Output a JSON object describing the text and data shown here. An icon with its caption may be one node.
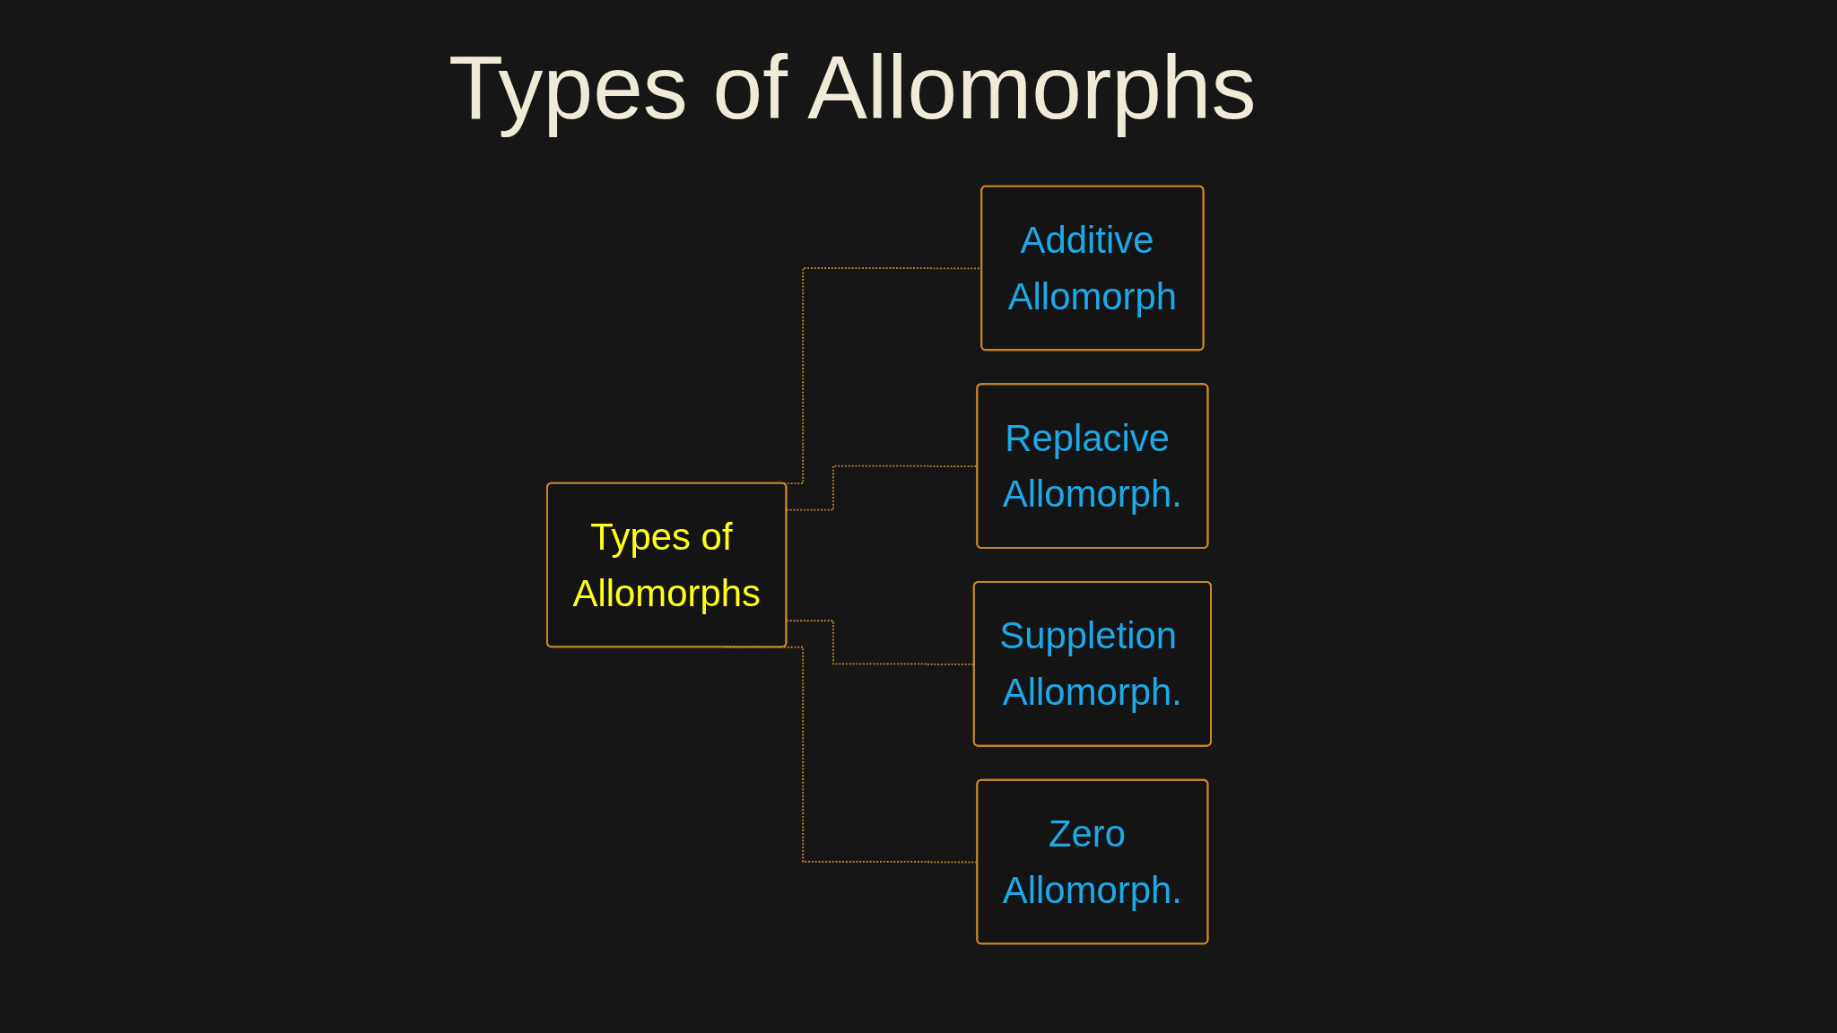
{
  "diagram": {
    "title": "Types of Allomorphs",
    "nodes": [
      {
        "text": [
          "Types of Allomorphs"
        ]
      },
      {
        "text": [
          "Additive Allomorph"
        ]
      },
      {
        "text": [
          "Replacive Allomorph."
        ]
      },
      {
        "text": [
          "Suppletion Allomorph."
        ]
      },
      {
        "text": [
          "Zero Allomorph."
        ]
      }
    ],
    "edges": [
      {
        "from": 0,
        "to": 1,
        "arrow": "none",
        "style": "dashed"
      },
      {
        "from": 0,
        "to": 2,
        "arrow": "none",
        "style": "dashed"
      },
      {
        "from": 0,
        "to": 3,
        "arrow": "none",
        "style": "dashed"
      },
      {
        "from": 0,
        "to": 4,
        "arrow": "none",
        "style": "dashed"
      }
    ]
  }
}
